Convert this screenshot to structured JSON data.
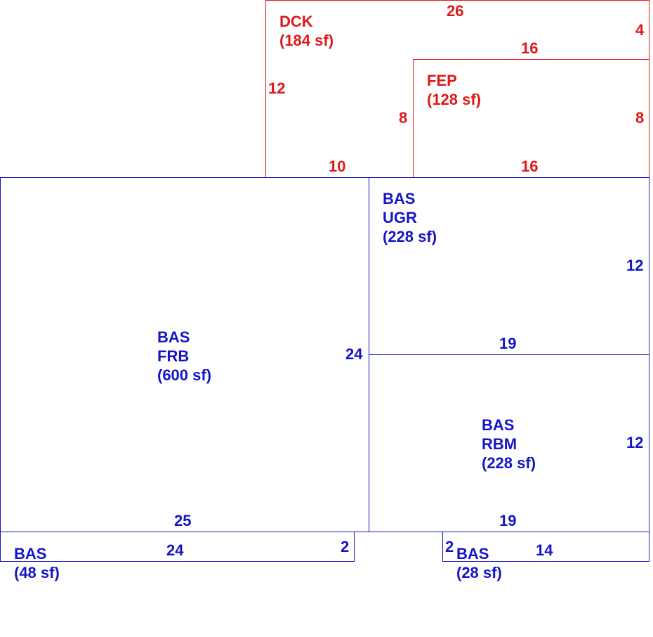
{
  "colors": {
    "blue": "#1515c8",
    "red": "#e01818",
    "background": "#ffffff"
  },
  "areas": {
    "dck": {
      "code": "DCK",
      "size": "(184 sf)"
    },
    "fep": {
      "code": "FEP",
      "size": "(128 sf)"
    },
    "bas_ugr": {
      "code": "BAS",
      "sub": "UGR",
      "size": "(228 sf)"
    },
    "bas_frb": {
      "code": "BAS",
      "sub": "FRB",
      "size": "(600 sf)"
    },
    "bas_rbm": {
      "code": "BAS",
      "sub": "RBM",
      "size": "(228 sf)"
    },
    "bas_48": {
      "code": "BAS",
      "size": "(48 sf)"
    },
    "bas_28": {
      "code": "BAS",
      "size": "(28 sf)"
    }
  },
  "dimensions": {
    "dck_top": "26",
    "dck_right": "4",
    "fep_top": "16",
    "dck_left": "12",
    "dck_inner": "8",
    "fep_right": "8",
    "dck_bottom": "10",
    "fep_bottom": "16",
    "ugr_right": "12",
    "ugr_bottom": "19",
    "frb_right": "24",
    "rbm_right": "12",
    "frb_bottom": "25",
    "rbm_bottom": "19",
    "bas48_top": "24",
    "bas48_right": "2",
    "bas28_left": "2",
    "bas28_top": "14"
  }
}
